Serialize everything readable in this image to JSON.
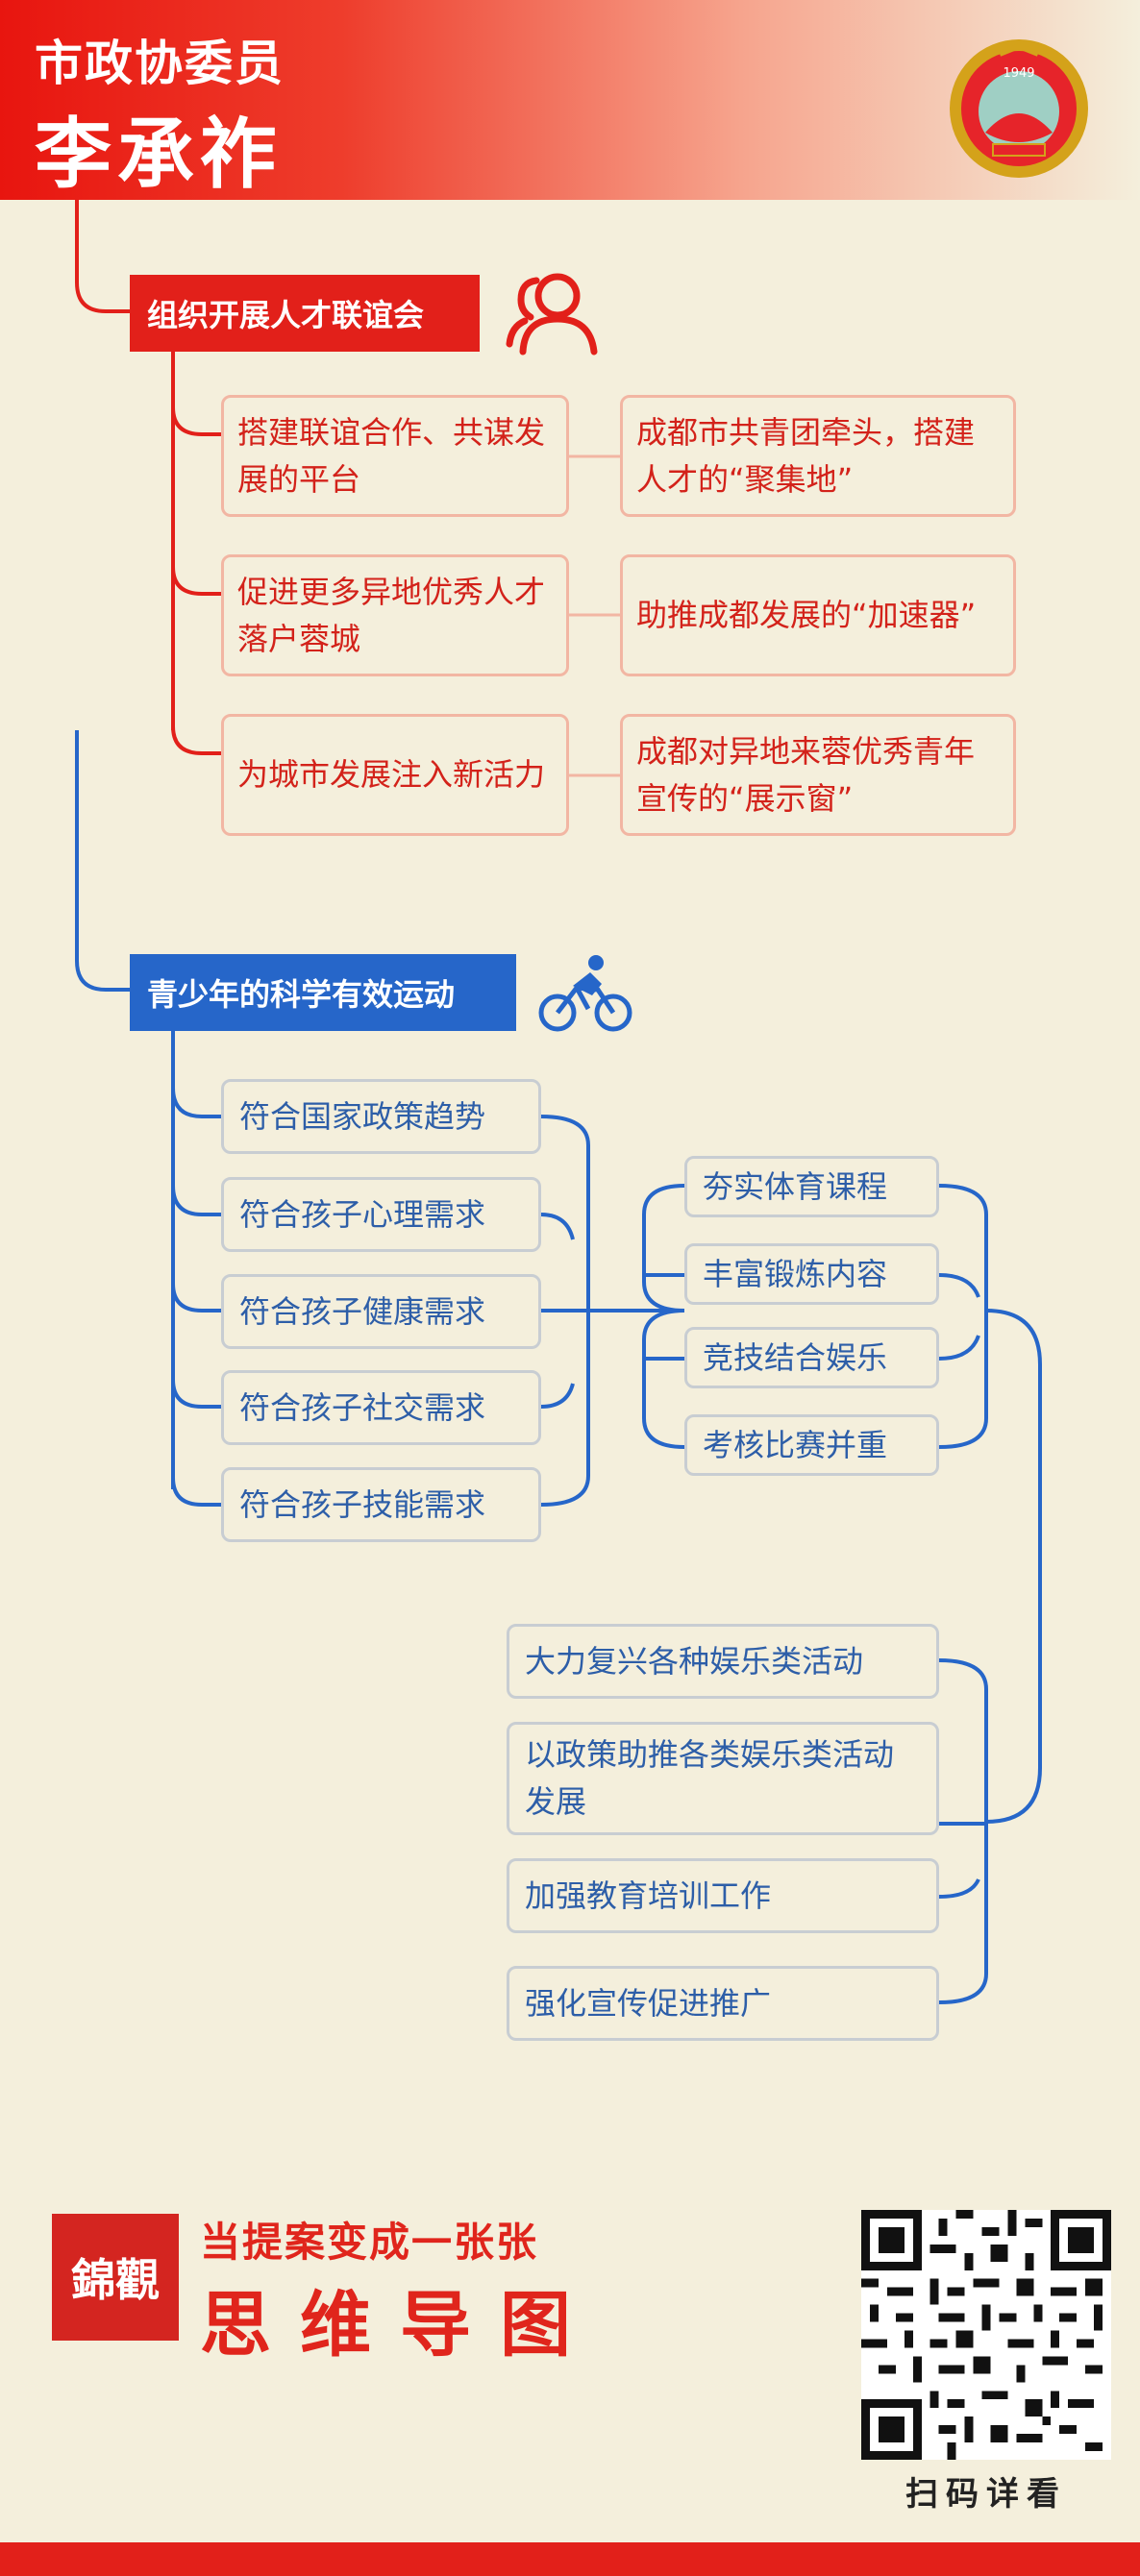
{
  "header": {
    "subtitle": "市政协委员",
    "name": "李承祚",
    "emblem_year": "1949"
  },
  "colors": {
    "red": "#e2201a",
    "blue": "#2666c9",
    "background": "#f4efdc"
  },
  "branch1": {
    "title": "组织开展人才联谊会",
    "icon": "people-icon",
    "rows": [
      {
        "left": "搭建联谊合作、共谋发展的平台",
        "right": "成都市共青团牵头，搭建人才的“聚集地”"
      },
      {
        "left": "促进更多异地优秀人才落户蓉城",
        "right": "助推成都发展的“加速器”"
      },
      {
        "left": "为城市发展注入新活力",
        "right": "成都对异地来蓉优秀青年宣传的“展示窗”"
      }
    ]
  },
  "branch2": {
    "title": "青少年的科学有效运动",
    "icon": "cyclist-icon",
    "left_items": [
      "符合国家政策趋势",
      "符合孩子心理需求",
      "符合孩子健康需求",
      "符合孩子社交需求",
      "符合孩子技能需求"
    ],
    "mid_items": [
      "夯实体育课程",
      "丰富锻炼内容",
      "竞技结合娱乐",
      "考核比赛并重"
    ],
    "bottom_items": [
      "大力复兴各种娱乐类活动",
      "以政策助推各类娱乐类活动发展",
      "加强教育培训工作",
      "强化宣传促进推广"
    ]
  },
  "brand": {
    "logo_text": "錦觀",
    "line1": "当提案变成一张张",
    "line2": "思维导图",
    "qr_label": "扫码详看"
  }
}
